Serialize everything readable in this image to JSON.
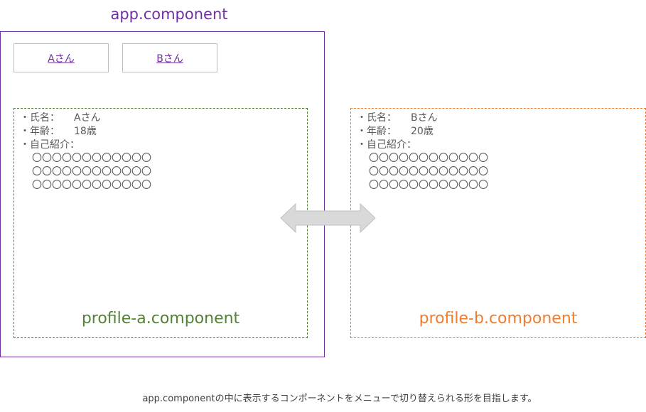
{
  "app": {
    "title": "app.component",
    "menu": [
      {
        "label": "Aさん"
      },
      {
        "label": "Bさん"
      }
    ]
  },
  "profiles": [
    {
      "component_name": "profile-a.component",
      "bullet": "・",
      "name_label": "氏名：",
      "name_value": "Aさん",
      "age_label": "年齢：",
      "age_value": "18歳",
      "intro_label": "自己紹介：",
      "intro_lines": [
        "〇〇〇〇〇〇〇〇〇〇〇〇",
        "〇〇〇〇〇〇〇〇〇〇〇〇",
        "〇〇〇〇〇〇〇〇〇〇〇〇"
      ]
    },
    {
      "component_name": "profile-b.component",
      "bullet": "・",
      "name_label": "氏名：",
      "name_value": "Bさん",
      "age_label": "年齢：",
      "age_value": "20歳",
      "intro_label": "自己紹介：",
      "intro_lines": [
        "〇〇〇〇〇〇〇〇〇〇〇〇",
        "〇〇〇〇〇〇〇〇〇〇〇〇",
        "〇〇〇〇〇〇〇〇〇〇〇〇"
      ]
    }
  ],
  "arrow": {
    "icon": "double-headed-arrow-icon"
  },
  "caption": "app.componentの中に表示するコンポーネントをメニューで切り替えられる形を目指します。",
  "colors": {
    "app": "#7030a0",
    "profile_a": "#548235",
    "profile_b": "#ed7d31",
    "arrow_fill": "#d9d9d9"
  }
}
